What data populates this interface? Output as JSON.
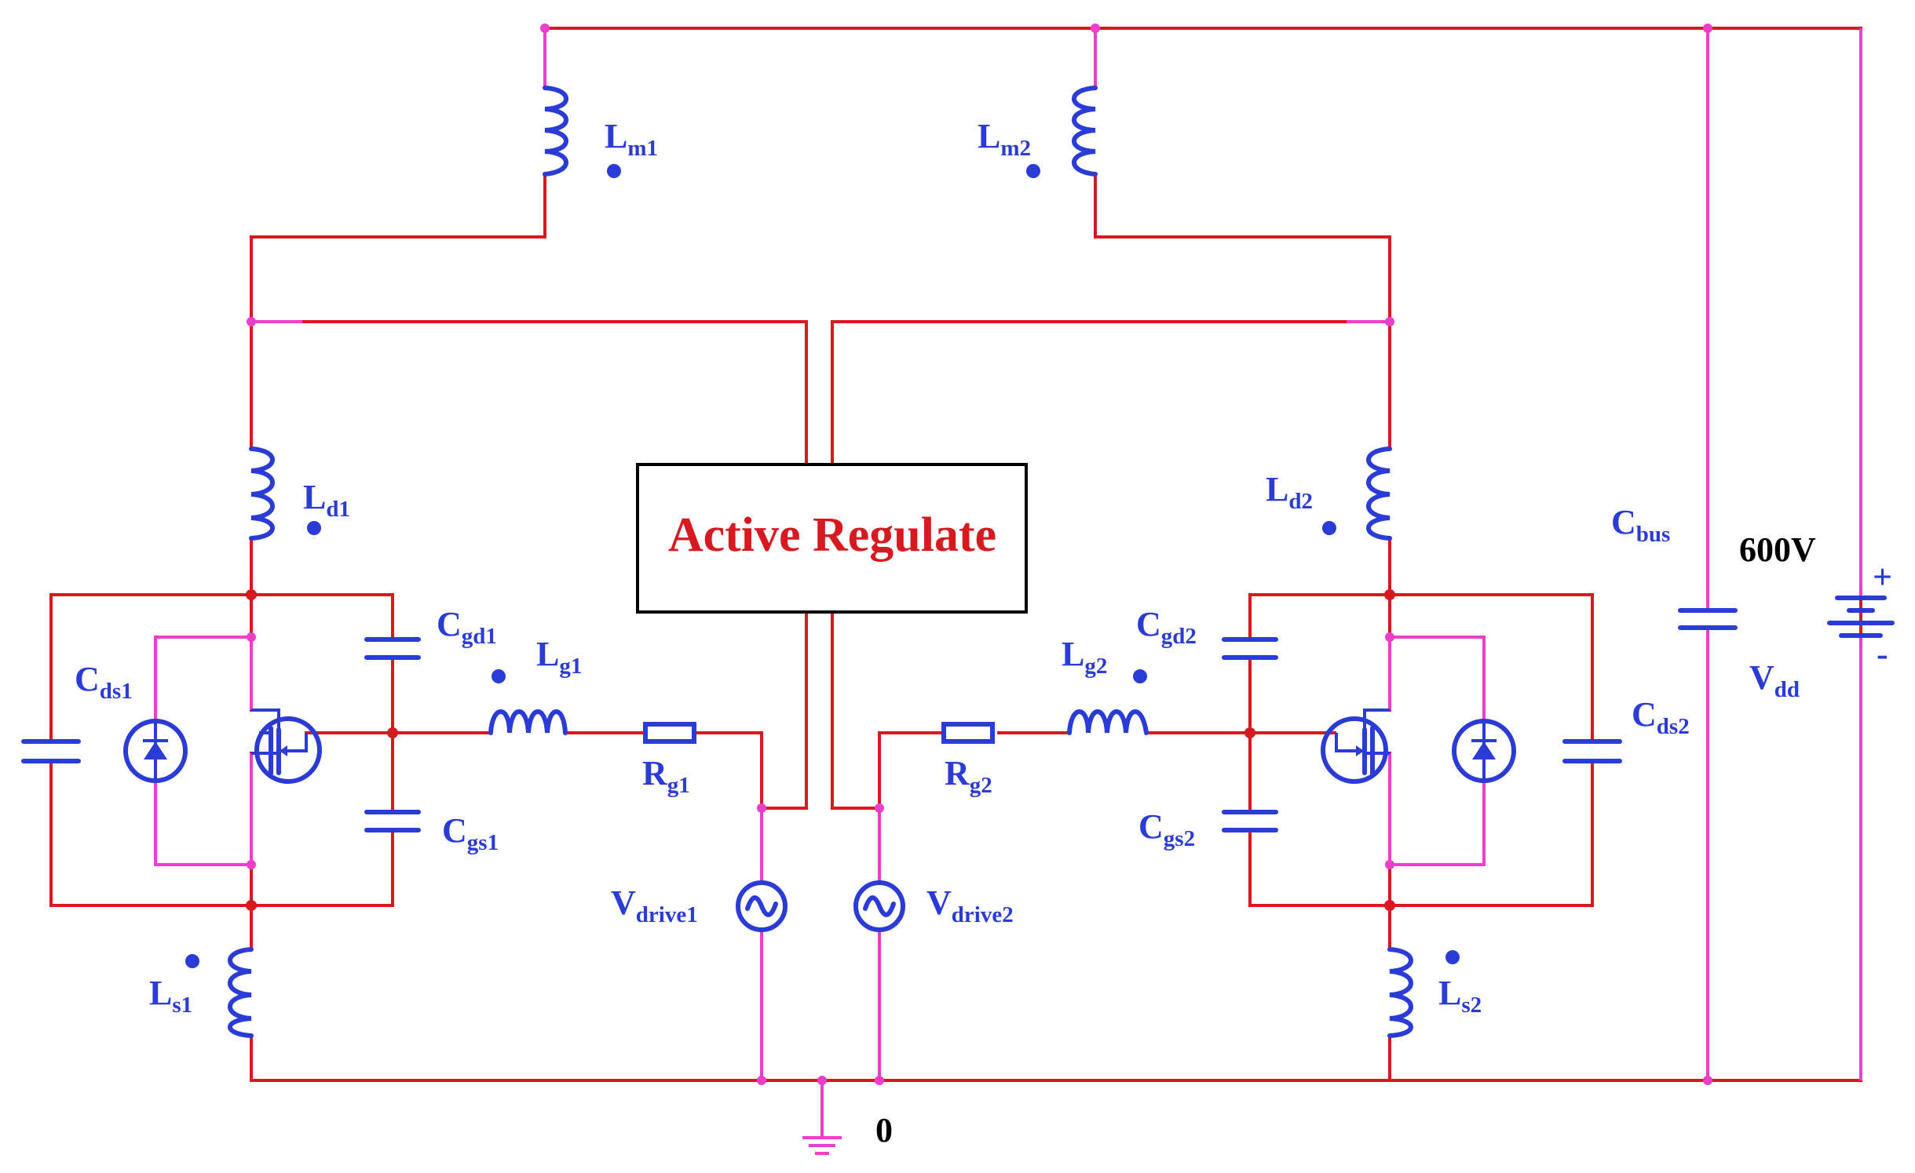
{
  "block": {
    "label": "Active Regulate"
  },
  "supply": {
    "voltage": "600V",
    "plus": "+",
    "minus": "-"
  },
  "ground": {
    "label": "0"
  },
  "labels": {
    "Lm1": {
      "main": "L",
      "sub": "m1"
    },
    "Lm2": {
      "main": "L",
      "sub": "m2"
    },
    "Ld1": {
      "main": "L",
      "sub": "d1"
    },
    "Ld2": {
      "main": "L",
      "sub": "d2"
    },
    "Ls1": {
      "main": "L",
      "sub": "s1"
    },
    "Ls2": {
      "main": "L",
      "sub": "s2"
    },
    "Lg1": {
      "main": "L",
      "sub": "g1"
    },
    "Lg2": {
      "main": "L",
      "sub": "g2"
    },
    "Rg1": {
      "main": "R",
      "sub": "g1"
    },
    "Rg2": {
      "main": "R",
      "sub": "g2"
    },
    "Cds1": {
      "main": "C",
      "sub": "ds1"
    },
    "Cds2": {
      "main": "C",
      "sub": "ds2"
    },
    "Cgd1": {
      "main": "C",
      "sub": "gd1"
    },
    "Cgd2": {
      "main": "C",
      "sub": "gd2"
    },
    "Cgs1": {
      "main": "C",
      "sub": "gs1"
    },
    "Cgs2": {
      "main": "C",
      "sub": "gs2"
    },
    "Cbus": {
      "main": "C",
      "sub": "bus"
    },
    "Vdd": {
      "main": "V",
      "sub": "dd"
    },
    "Vdrive1": {
      "main": "V",
      "sub": "drive1"
    },
    "Vdrive2": {
      "main": "V",
      "sub": "drive2"
    }
  },
  "colors": {
    "wire": "#d71920",
    "pin": "#ec3ec8",
    "component": "#2a3bd6",
    "block_text": "#d71920"
  }
}
